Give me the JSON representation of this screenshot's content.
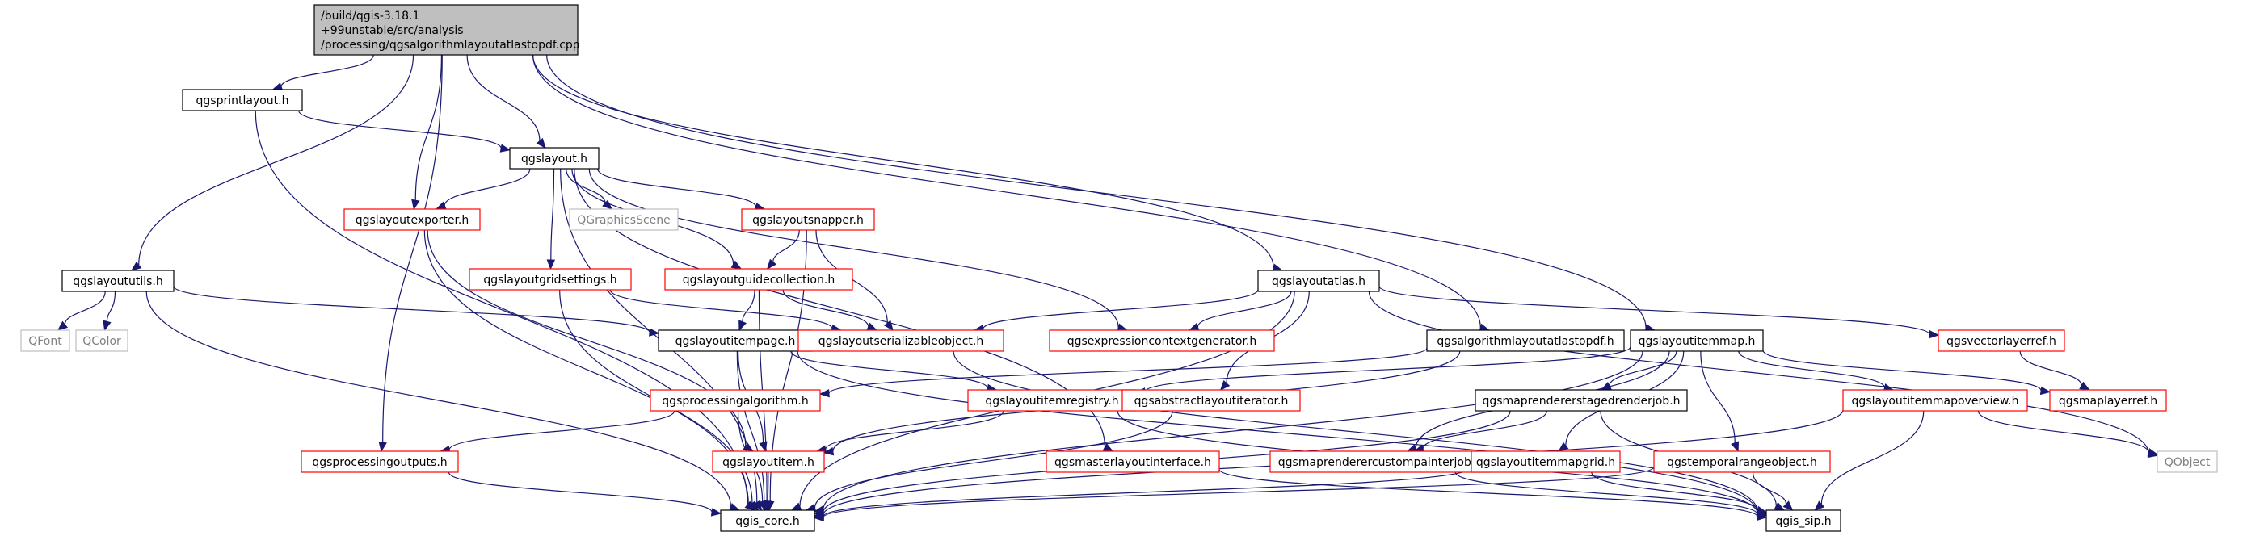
{
  "diagram": {
    "colors": {
      "edge": "#191970",
      "border_black": "#000000",
      "border_red": "#ff0000",
      "border_gray": "#bfbfbf",
      "root_fill": "#bfbfbf",
      "text_black": "#000000",
      "text_gray": "#808080"
    },
    "nodes": [
      {
        "id": "root",
        "lines": [
          "/build/qgis-3.18.1",
          "+99unstable/src/analysis",
          "/processing/qgsalgorithmlayoutatlastopdf.cpp"
        ],
        "style": "root"
      },
      {
        "id": "printlayout",
        "lines": [
          "qgsprintlayout.h"
        ],
        "style": "black"
      },
      {
        "id": "layout",
        "lines": [
          "qgslayout.h"
        ],
        "style": "black"
      },
      {
        "id": "layoututils",
        "lines": [
          "qgslayoututils.h"
        ],
        "style": "black"
      },
      {
        "id": "exporter",
        "lines": [
          "qgslayoutexporter.h"
        ],
        "style": "red"
      },
      {
        "id": "gscene",
        "lines": [
          "QGraphicsScene"
        ],
        "style": "gray"
      },
      {
        "id": "snapper",
        "lines": [
          "qgslayoutsnapper.h"
        ],
        "style": "red"
      },
      {
        "id": "gridsettings",
        "lines": [
          "qgslayoutgridsettings.h"
        ],
        "style": "red"
      },
      {
        "id": "guidecoll",
        "lines": [
          "qgslayoutguidecollection.h"
        ],
        "style": "red"
      },
      {
        "id": "atlas",
        "lines": [
          "qgslayoutatlas.h"
        ],
        "style": "black"
      },
      {
        "id": "qfont",
        "lines": [
          "QFont"
        ],
        "style": "gray"
      },
      {
        "id": "qcolor",
        "lines": [
          "QColor"
        ],
        "style": "gray"
      },
      {
        "id": "itempage",
        "lines": [
          "qgslayoutitempage.h"
        ],
        "style": "black"
      },
      {
        "id": "serializable",
        "lines": [
          "qgslayoutserializableobject.h"
        ],
        "style": "red"
      },
      {
        "id": "exprctx",
        "lines": [
          "qgsexpressioncontextgenerator.h"
        ],
        "style": "red"
      },
      {
        "id": "algo",
        "lines": [
          "qgsalgorithmlayoutatlastopdf.h"
        ],
        "style": "black"
      },
      {
        "id": "itemmap",
        "lines": [
          "qgslayoutitemmap.h"
        ],
        "style": "black"
      },
      {
        "id": "vectorlayerref",
        "lines": [
          "qgsvectorlayerref.h"
        ],
        "style": "red"
      },
      {
        "id": "procalgo",
        "lines": [
          "qgsprocessingalgorithm.h"
        ],
        "style": "red"
      },
      {
        "id": "itemregistry",
        "lines": [
          "qgslayoutitemregistry.h"
        ],
        "style": "red"
      },
      {
        "id": "absiter",
        "lines": [
          "qgsabstractlayoutiterator.h"
        ],
        "style": "red"
      },
      {
        "id": "staged",
        "lines": [
          "qgsmaprendererstagedrenderjob.h"
        ],
        "style": "black"
      },
      {
        "id": "overview",
        "lines": [
          "qgslayoutitemmapoverview.h"
        ],
        "style": "red"
      },
      {
        "id": "maplayerref",
        "lines": [
          "qgsmaplayerref.h"
        ],
        "style": "red"
      },
      {
        "id": "procout",
        "lines": [
          "qgsprocessingoutputs.h"
        ],
        "style": "red"
      },
      {
        "id": "layoutitem",
        "lines": [
          "qgslayoutitem.h"
        ],
        "style": "red"
      },
      {
        "id": "masterlayout",
        "lines": [
          "qgsmasterlayoutinterface.h"
        ],
        "style": "red"
      },
      {
        "id": "custompainter",
        "lines": [
          "qgsmaprenderercustompainterjob.h"
        ],
        "style": "red"
      },
      {
        "id": "mapgrid",
        "lines": [
          "qgslayoutitemmapgrid.h"
        ],
        "style": "red"
      },
      {
        "id": "temporal",
        "lines": [
          "qgstemporalrangeobject.h"
        ],
        "style": "red"
      },
      {
        "id": "qobject",
        "lines": [
          "QObject"
        ],
        "style": "gray"
      },
      {
        "id": "core",
        "lines": [
          "qgis_core.h"
        ],
        "style": "black"
      },
      {
        "id": "sip",
        "lines": [
          "qgis_sip.h"
        ],
        "style": "black"
      }
    ],
    "edges": [
      [
        "root",
        "printlayout"
      ],
      [
        "root",
        "layout"
      ],
      [
        "root",
        "layoututils"
      ],
      [
        "root",
        "exporter"
      ],
      [
        "root",
        "procout"
      ],
      [
        "root",
        "atlas"
      ],
      [
        "root",
        "algo"
      ],
      [
        "root",
        "itemmap"
      ],
      [
        "printlayout",
        "layout"
      ],
      [
        "printlayout",
        "core"
      ],
      [
        "layout",
        "exporter"
      ],
      [
        "layout",
        "gscene"
      ],
      [
        "layout",
        "snapper"
      ],
      [
        "layout",
        "gridsettings"
      ],
      [
        "layout",
        "guidecoll"
      ],
      [
        "layout",
        "exprctx"
      ],
      [
        "layout",
        "core"
      ],
      [
        "layout",
        "masterlayout"
      ],
      [
        "layoututils",
        "qfont"
      ],
      [
        "layoututils",
        "qcolor"
      ],
      [
        "layoututils",
        "itempage"
      ],
      [
        "layoututils",
        "core"
      ],
      [
        "exporter",
        "core"
      ],
      [
        "exporter",
        "layoutitem"
      ],
      [
        "snapper",
        "guidecoll"
      ],
      [
        "snapper",
        "serializable"
      ],
      [
        "snapper",
        "core"
      ],
      [
        "gridsettings",
        "serializable"
      ],
      [
        "gridsettings",
        "core"
      ],
      [
        "guidecoll",
        "serializable"
      ],
      [
        "guidecoll",
        "itempage"
      ],
      [
        "guidecoll",
        "core"
      ],
      [
        "atlas",
        "serializable"
      ],
      [
        "atlas",
        "exprctx"
      ],
      [
        "atlas",
        "absiter"
      ],
      [
        "atlas",
        "core"
      ],
      [
        "atlas",
        "vectorlayerref"
      ],
      [
        "atlas",
        "qobject"
      ],
      [
        "itempage",
        "itemregistry"
      ],
      [
        "itempage",
        "layoutitem"
      ],
      [
        "itempage",
        "core"
      ],
      [
        "itempage",
        "sip"
      ],
      [
        "serializable",
        "sip"
      ],
      [
        "algo",
        "procalgo"
      ],
      [
        "algo",
        "layoutitem"
      ],
      [
        "itemmap",
        "itemregistry"
      ],
      [
        "itemmap",
        "core"
      ],
      [
        "itemmap",
        "staged"
      ],
      [
        "itemmap",
        "overview"
      ],
      [
        "itemmap",
        "maplayerref"
      ],
      [
        "itemmap",
        "custompainter"
      ],
      [
        "itemmap",
        "mapgrid"
      ],
      [
        "itemmap",
        "temporal"
      ],
      [
        "vectorlayerref",
        "maplayerref"
      ],
      [
        "procalgo",
        "procout"
      ],
      [
        "procalgo",
        "core"
      ],
      [
        "itemregistry",
        "layoutitem"
      ],
      [
        "itemregistry",
        "sip"
      ],
      [
        "absiter",
        "core"
      ],
      [
        "staged",
        "custompainter"
      ],
      [
        "staged",
        "core"
      ],
      [
        "staged",
        "sip"
      ],
      [
        "overview",
        "qobject"
      ],
      [
        "overview",
        "core"
      ],
      [
        "overview",
        "sip"
      ],
      [
        "procout",
        "core"
      ],
      [
        "layoutitem",
        "core"
      ],
      [
        "masterlayout",
        "sip"
      ],
      [
        "custompainter",
        "sip"
      ],
      [
        "mapgrid",
        "core"
      ],
      [
        "mapgrid",
        "sip"
      ],
      [
        "temporal",
        "core"
      ],
      [
        "temporal",
        "sip"
      ]
    ]
  }
}
